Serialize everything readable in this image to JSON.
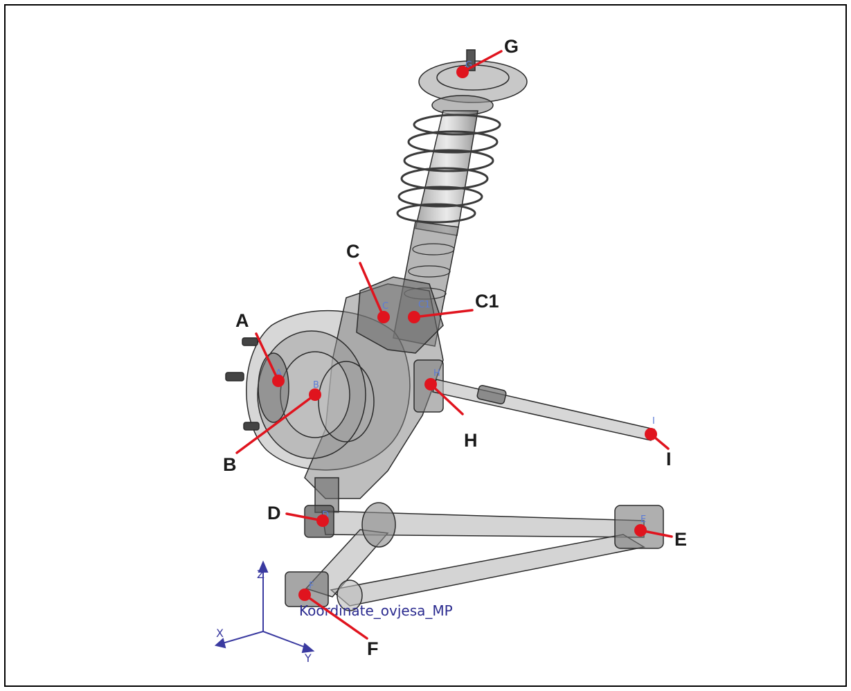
{
  "coordinate_system_label": "Koordinate_ovjesa_MP",
  "axes": {
    "x": "X",
    "y": "Y",
    "z": "Z"
  },
  "points": [
    {
      "id": "A",
      "label": "A"
    },
    {
      "id": "B",
      "label": "B"
    },
    {
      "id": "C",
      "label": "C"
    },
    {
      "id": "C1",
      "label": "C1"
    },
    {
      "id": "D",
      "label": "D"
    },
    {
      "id": "E",
      "label": "E"
    },
    {
      "id": "F",
      "label": "F"
    },
    {
      "id": "G",
      "label": "G"
    },
    {
      "id": "H",
      "label": "H"
    },
    {
      "id": "I",
      "label": "I"
    }
  ],
  "colors": {
    "marker": "#e0141e",
    "axis": "#3a3aa0",
    "part_fill": "#8c8c8c",
    "part_edge": "#2a2a2a"
  }
}
